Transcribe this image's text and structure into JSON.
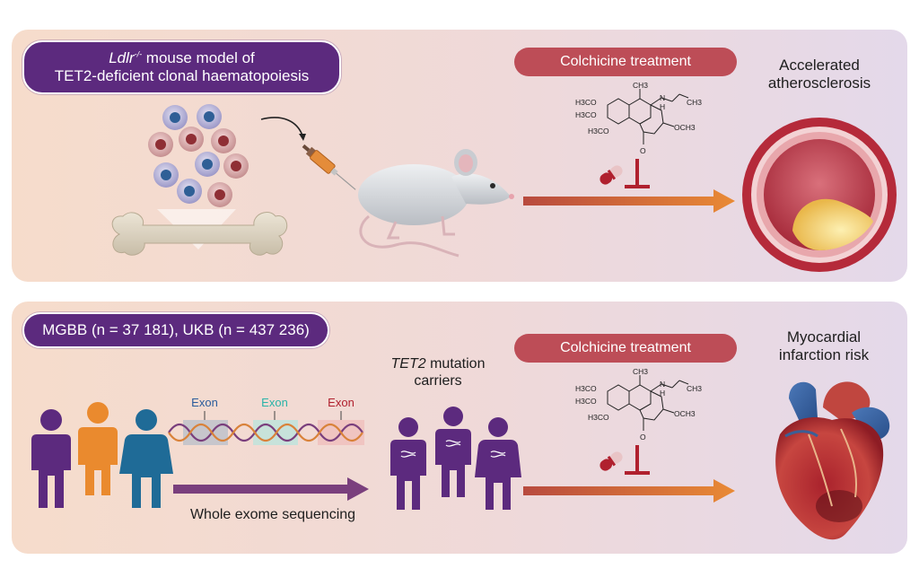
{
  "top_panel": {
    "title_model": "Ldlr",
    "title_model_superscript": "-/-",
    "title_line1_rest": " mouse model of",
    "title_line2": "TET2-deficient clonal haematopoiesis",
    "treatment_label": "Colchicine treatment",
    "outcome_line1": "Accelerated",
    "outcome_line2": "atherosclerosis"
  },
  "bottom_panel": {
    "cohort_label": "MGBB (n = 37 181), UKB (n = 437 236)",
    "exon_labels": [
      "Exon",
      "Exon",
      "Exon"
    ],
    "sequencing_label": "Whole exome sequencing",
    "carriers_gene": "TET2",
    "carriers_line1_rest": " mutation",
    "carriers_line2": "carriers",
    "treatment_label": "Colchicine treatment",
    "outcome_line1": "Myocardial",
    "outcome_line2": "infarction risk"
  },
  "molecule": {
    "methoxy": "H3CO",
    "methyl": "CH3",
    "nh": "N",
    "h": "H",
    "och3": "OCH3",
    "oxygen": "O"
  },
  "colors": {
    "purple": "#5c2a7e",
    "treatment_red": "#bd4d57",
    "inhibit_red": "#b0202e",
    "arrow_orange": "#e07a35",
    "exon1": "#2b5d9c",
    "exon2": "#2bb3a8",
    "exon3": "#b0202e"
  }
}
